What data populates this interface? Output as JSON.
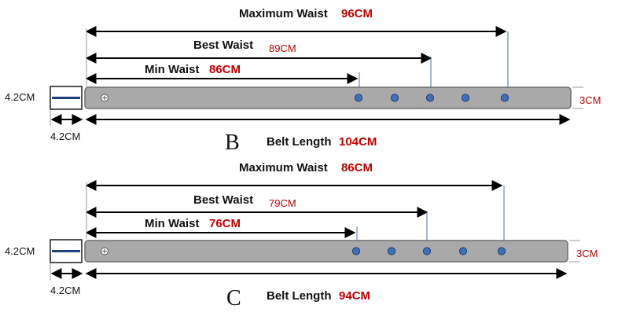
{
  "colors": {
    "label": "#111111",
    "value": "#c00000",
    "strap": "#a9a9a9",
    "strap_border": "#6f6f6f",
    "hole": "#3f6fb5",
    "buckle_bar": "#1f3f7a"
  },
  "diagrams": [
    {
      "letter": "B",
      "max_label": "Maximum Waist",
      "max_value": "96CM",
      "best_label": "Best Waist",
      "best_value": "89CM",
      "min_label": "Min Waist",
      "min_value": "86CM",
      "length_label": "Belt Length",
      "length_value": "104CM",
      "buckle_size": "4.2CM",
      "buckle_width": "4.2CM",
      "strap_width": "3CM",
      "holes": 5
    },
    {
      "letter": "C",
      "max_label": "Maximum Waist",
      "max_value": "86CM",
      "best_label": "Best Waist",
      "best_value": "79CM",
      "min_label": "Min Waist",
      "min_value": "76CM",
      "length_label": "Belt Length",
      "length_value": "94CM",
      "buckle_size": "4.2CM",
      "buckle_width": "4.2CM",
      "strap_width": "3CM",
      "holes": 5
    }
  ]
}
